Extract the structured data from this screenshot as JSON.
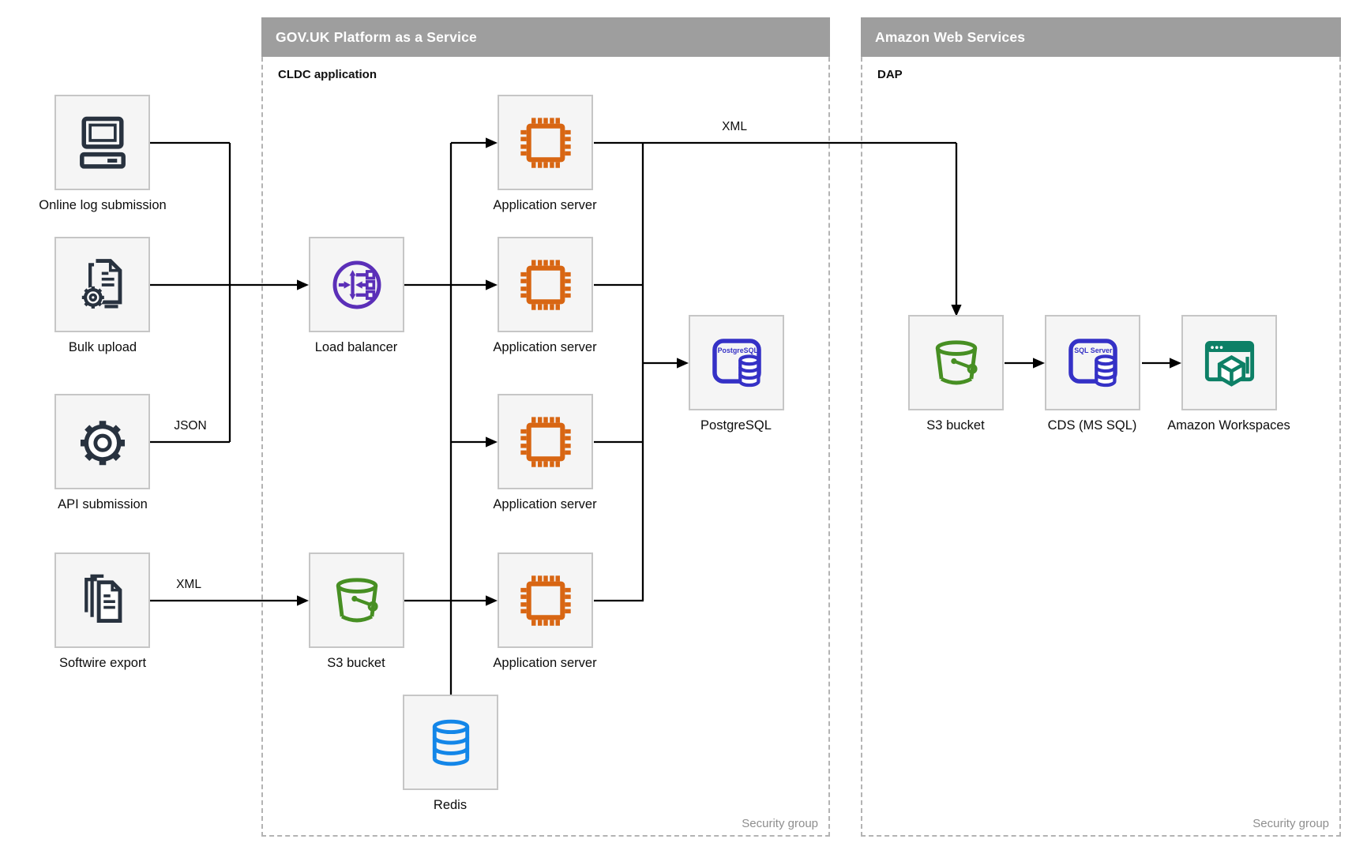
{
  "containers": {
    "paas": {
      "title": "GOV.UK Platform as a Service",
      "subtitle": "CLDC application",
      "footer": "Security group"
    },
    "aws": {
      "title": "Amazon Web Services",
      "subtitle": "DAP",
      "footer": "Security group"
    }
  },
  "nodes": {
    "online_log": {
      "label": "Online log submission"
    },
    "bulk_upload": {
      "label": "Bulk upload"
    },
    "api_submission": {
      "label": "API submission"
    },
    "softwire_export": {
      "label": "Softwire export"
    },
    "load_balancer": {
      "label": "Load balancer"
    },
    "s3_govuk": {
      "label": "S3 bucket"
    },
    "app_server_1": {
      "label": "Application server"
    },
    "app_server_2": {
      "label": "Application server"
    },
    "app_server_3": {
      "label": "Application server"
    },
    "app_server_4": {
      "label": "Application server"
    },
    "postgresql": {
      "label": "PostgreSQL",
      "icon_text": "PostgreSQL"
    },
    "redis": {
      "label": "Redis"
    },
    "s3_aws": {
      "label": "S3 bucket"
    },
    "cds": {
      "label": "CDS (MS SQL)",
      "icon_text": "SQL Server"
    },
    "workspaces": {
      "label": "Amazon Workspaces"
    }
  },
  "edge_labels": {
    "json": "JSON",
    "xml_softwire": "XML",
    "xml_aws": "XML"
  },
  "colors": {
    "header_gray": "#9e9e9e",
    "node_fill": "#f5f5f5",
    "node_border": "#c6c6c6",
    "dashed": "#b3b3b3",
    "muted": "#8e8e8e",
    "edge": "#000000",
    "navy": "#28323f",
    "purple": "#5b2fb8",
    "orange": "#d86613",
    "indigo": "#3531c6",
    "green": "#478f23",
    "azure": "#1386e8",
    "teal": "#0d8066"
  }
}
